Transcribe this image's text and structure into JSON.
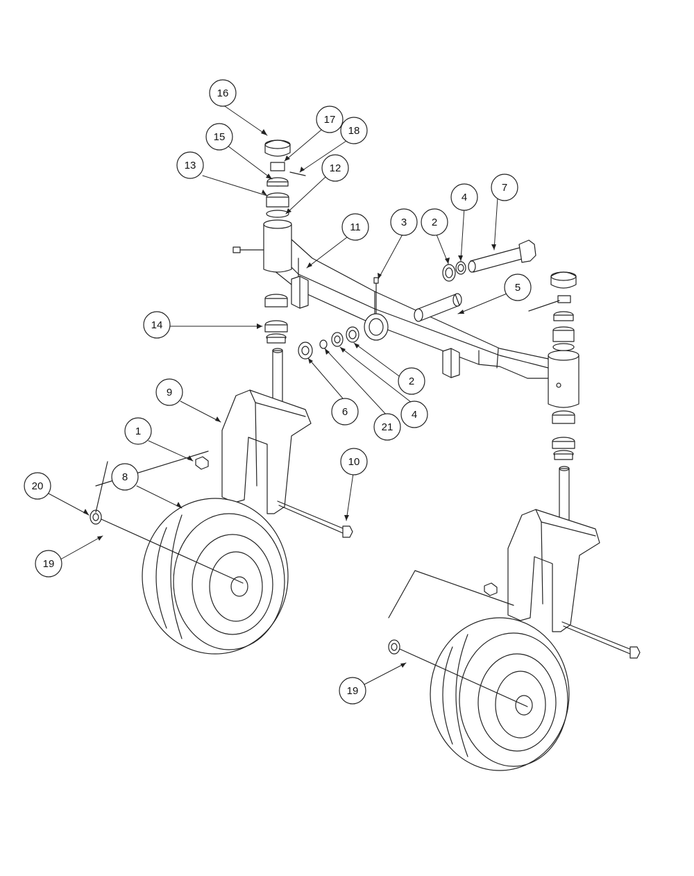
{
  "diagram": {
    "callouts": [
      {
        "id": "c16",
        "label": "16"
      },
      {
        "id": "c17",
        "label": "17"
      },
      {
        "id": "c18",
        "label": "18"
      },
      {
        "id": "c15",
        "label": "15"
      },
      {
        "id": "c13",
        "label": "13"
      },
      {
        "id": "c12",
        "label": "12"
      },
      {
        "id": "c11",
        "label": "11"
      },
      {
        "id": "c3",
        "label": "3"
      },
      {
        "id": "c2a",
        "label": "2"
      },
      {
        "id": "c4a",
        "label": "4"
      },
      {
        "id": "c7",
        "label": "7"
      },
      {
        "id": "c5",
        "label": "5"
      },
      {
        "id": "c14",
        "label": "14"
      },
      {
        "id": "c2b",
        "label": "2"
      },
      {
        "id": "c6",
        "label": "6"
      },
      {
        "id": "c21",
        "label": "21"
      },
      {
        "id": "c4b",
        "label": "4"
      },
      {
        "id": "c9",
        "label": "9"
      },
      {
        "id": "c1",
        "label": "1"
      },
      {
        "id": "c10",
        "label": "10"
      },
      {
        "id": "c20",
        "label": "20"
      },
      {
        "id": "c8",
        "label": "8"
      },
      {
        "id": "c19a",
        "label": "19"
      },
      {
        "id": "c19b",
        "label": "19"
      }
    ]
  },
  "colors": {
    "line": "#222222",
    "fill": "#ffffff",
    "shade": "#f4f4f4"
  }
}
